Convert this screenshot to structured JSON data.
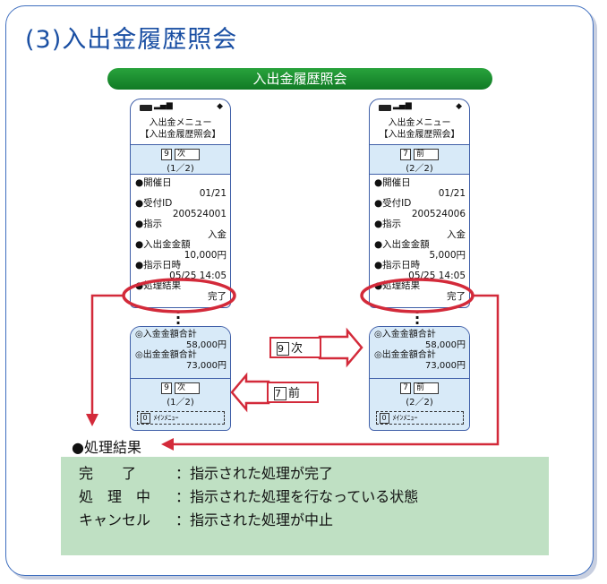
{
  "heading": "(3)入出金履歴照会",
  "banner": "入出金履歴照会",
  "phones": [
    {
      "menu_line1": "入出金メニュー",
      "menu_line2": "【入出金履歴照会】",
      "nav_key": "9",
      "nav_label": "次",
      "page": "(1／2)",
      "date_label": "●開催日",
      "date_value": "01/21",
      "id_label": "●受付ID",
      "id_value": "200524001",
      "instr_label": "●指示",
      "instr_value": "入金",
      "amount_label": "●入出金金額",
      "amount_value": "10,000円",
      "time_label": "●指示日時",
      "time_value": "05/25 14:05",
      "result_label": "●処理結果",
      "result_value": "完了",
      "in_total_label": "◎入金金額合計",
      "in_total_value": "58,000円",
      "out_total_label": "◎出金金額合計",
      "out_total_value": "73,000円",
      "bottom_key": "9",
      "bottom_label": "次",
      "bottom_page": "(1／2)",
      "main_key": "0",
      "main_label": "ﾒｲﾝﾒﾆｭｰ"
    },
    {
      "menu_line1": "入出金メニュー",
      "menu_line2": "【入出金履歴照会】",
      "nav_key": "7",
      "nav_label": "前",
      "page": "(2／2)",
      "date_label": "●開催日",
      "date_value": "01/21",
      "id_label": "●受付ID",
      "id_value": "200524006",
      "instr_label": "●指示",
      "instr_value": "入金",
      "amount_label": "●入出金金額",
      "amount_value": "5,000円",
      "time_label": "●指示日時",
      "time_value": "05/25 14:05",
      "result_label": "●処理結果",
      "result_value": "完了",
      "in_total_label": "◎入金金額合計",
      "in_total_value": "58,000円",
      "out_total_label": "◎出金金額合計",
      "out_total_value": "73,000円",
      "bottom_key": "7",
      "bottom_label": "前",
      "bottom_page": "(2／2)",
      "main_key": "0",
      "main_label": "ﾒｲﾝﾒﾆｭｰ"
    }
  ],
  "buttons": {
    "next_key": "9",
    "next_label": "次",
    "prev_key": "7",
    "prev_label": "前"
  },
  "legend": {
    "title": "●処理結果",
    "rows": [
      {
        "term": "完　　了",
        "desc": "：指示された処理が完了"
      },
      {
        "term": "処　理　中",
        "desc": "：指示された処理を行なっている状態"
      },
      {
        "term": "キャンセル",
        "desc": "：指示された処理が中止"
      }
    ]
  },
  "colors": {
    "accent_blue": "#1a4fa3",
    "highlight_red": "#d32a3a",
    "banner_green": "#1e8f32",
    "legend_green": "#bfe0c3"
  }
}
